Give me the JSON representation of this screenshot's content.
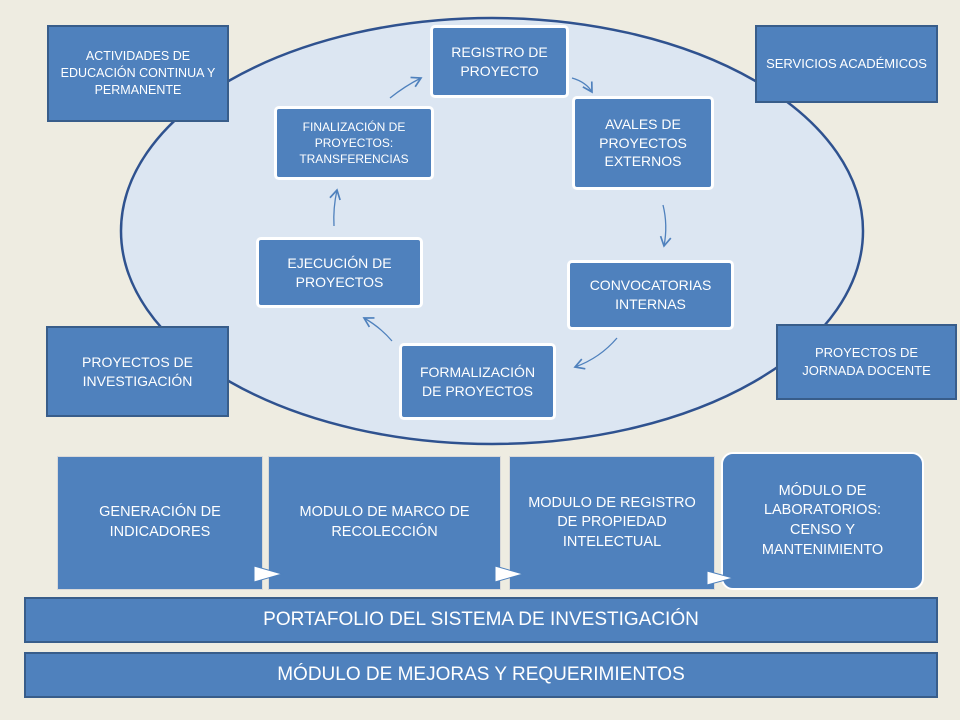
{
  "side_boxes": {
    "top_left": "ACTIVIDADES DE EDUCACIÓN CONTINUA Y PERMANENTE",
    "top_right": "SERVICIOS ACADÉMICOS",
    "bottom_left": "PROYECTOS DE INVESTIGACIÓN",
    "bottom_right": "PROYECTOS DE JORNADA DOCENTE"
  },
  "cycle": {
    "registro": "REGISTRO DE PROYECTO",
    "avales": "AVALES DE PROYECTOS EXTERNOS",
    "convocatorias": "CONVOCATORIAS INTERNAS",
    "formalizacion": "FORMALIZACIÓN DE PROYECTOS",
    "ejecucion": "EJECUCIÓN DE PROYECTOS",
    "finalizacion": "FINALIZACIÓN DE PROYECTOS: TRANSFERENCIAS"
  },
  "modules": {
    "indicadores": "GENERACIÓN DE INDICADORES",
    "marco": "MODULO DE MARCO DE RECOLECCIÓN",
    "propiedad": "MODULO DE REGISTRO DE PROPIEDAD INTELECTUAL",
    "laboratorios": "MÓDULO DE LABORATORIOS: CENSO Y MANTENIMIENTO"
  },
  "banners": {
    "portafolio": "PORTAFOLIO DEL SISTEMA DE INVESTIGACIÓN",
    "mejoras": "MÓDULO DE MEJORAS Y REQUERIMIENTOS"
  },
  "colors": {
    "box_fill": "#4f81bd",
    "box_border": "#385d8a",
    "ellipse_fill": "#dce6f2",
    "background": "#eeece1"
  }
}
